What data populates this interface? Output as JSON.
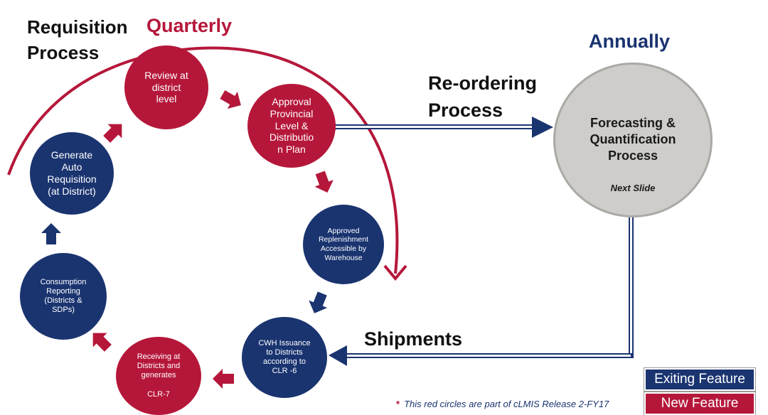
{
  "colors": {
    "navy": "#1a3470",
    "red": "#b5173a",
    "gray_circle": "#cfcdca"
  },
  "titles": {
    "requisition_process": "Requisition\nProcess",
    "quarterly": "Quarterly",
    "annually": "Annually",
    "reordering_process": "Re-ordering\nProcess",
    "shipments": "Shipments"
  },
  "nodes": {
    "review_district": "Review at\ndistrict\nlevel",
    "approval_provincial": "Approval\nProvincial\nLevel &\nDistributio\nn Plan",
    "generate_auto_requisition": "Generate\nAuto\nRequisition\n(at District)",
    "approved_replenishment": "Approved\nReplenishment\nAccessible by\nWarehouse",
    "consumption_reporting": "Consumption\nReporting\n(Districts &\nSDPs)",
    "cwh_issuance": "CWH Issuance\nto Districts\naccording to\nCLR -6",
    "receiving_districts": "Receiving at\nDistricts and\ngenerates\n\nCLR-7",
    "forecasting_title": "Forecasting &\nQuantification\nProcess",
    "forecasting_next": "Next Slide"
  },
  "legend": {
    "existing_feature": "Exiting Feature",
    "new_feature": "New Feature"
  },
  "footnote": {
    "asterisk": "*",
    "text": "This red circles are part of cLMIS Release 2-FY17"
  }
}
